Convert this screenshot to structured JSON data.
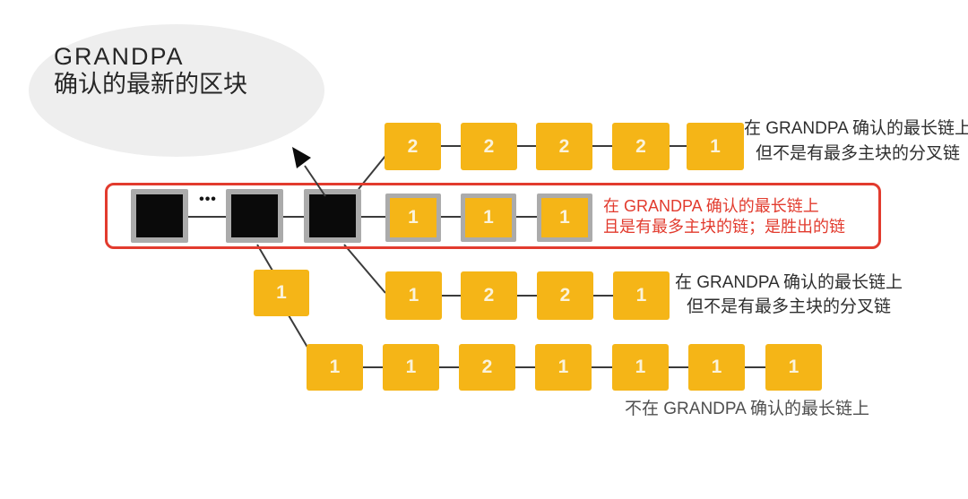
{
  "colors": {
    "orange": "#F5B517",
    "red": "#E23B2E",
    "line": "#3b3b3b",
    "grayBorder": "#ABABAB",
    "ellipseFill": "#EEEEEE",
    "textDark": "#2e2e2e",
    "textGray": "#4f4f4f",
    "numColor": "#FBF3DB"
  },
  "ellipse": {
    "title": "GRANDPA",
    "subtitle": "确认的最新的区块"
  },
  "dots": "•••",
  "chains": {
    "top_fork": {
      "blocks": [
        "2",
        "2",
        "2",
        "2",
        "1"
      ]
    },
    "winning": {
      "blocks": [
        "1",
        "1",
        "1"
      ]
    },
    "middle_fork": {
      "stub": "1",
      "blocks": [
        "1",
        "2",
        "2",
        "1"
      ]
    },
    "bottom_fork": {
      "blocks": [
        "1",
        "1",
        "2",
        "1",
        "1",
        "1",
        "1"
      ]
    }
  },
  "annotations": {
    "top_fork": {
      "line1": "在 GRANDPA 确认的最长链上",
      "line2": "但不是有最多主块的分叉链"
    },
    "winning": {
      "line1": "在 GRANDPA 确认的最长链上",
      "line2": "且是有最多主块的链；是胜出的链"
    },
    "middle_fork": {
      "line1": "在 GRANDPA 确认的最长链上",
      "line2": "但不是有最多主块的分叉链"
    },
    "bottom_fork": {
      "line1": "不在 GRANDPA 确认的最长链上"
    }
  }
}
